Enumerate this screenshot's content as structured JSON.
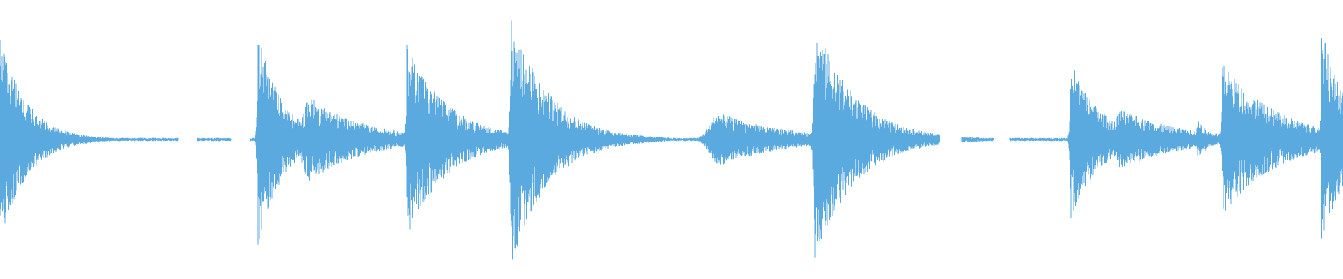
{
  "waveform": {
    "color": "#5aaae0",
    "background": "#ffffff",
    "amplitude_scale": 1.0,
    "silence_gaps_fraction": [
      [
        0.133,
        0.147
      ],
      [
        0.172,
        0.186
      ],
      [
        0.7,
        0.716
      ],
      [
        0.74,
        0.752
      ]
    ],
    "events": [
      {
        "pos": 0.0,
        "amp": 0.74,
        "kind": "transient",
        "decay": 0.02
      },
      {
        "pos": 0.192,
        "amp": 0.78,
        "kind": "transient",
        "decay": 0.018
      },
      {
        "pos": 0.229,
        "amp": 0.32,
        "kind": "swell",
        "decay": 0.04
      },
      {
        "pos": 0.303,
        "amp": 0.7,
        "kind": "transient",
        "decay": 0.03
      },
      {
        "pos": 0.38,
        "amp": 0.93,
        "kind": "transient",
        "decay": 0.028
      },
      {
        "pos": 0.533,
        "amp": 0.2,
        "kind": "swell",
        "decay": 0.05
      },
      {
        "pos": 0.606,
        "amp": 0.88,
        "kind": "transient",
        "decay": 0.03
      },
      {
        "pos": 0.797,
        "amp": 0.58,
        "kind": "transient",
        "decay": 0.022
      },
      {
        "pos": 0.834,
        "amp": 0.22,
        "kind": "swell",
        "decay": 0.045
      },
      {
        "pos": 0.892,
        "amp": 0.14,
        "kind": "swell",
        "decay": 0.01
      },
      {
        "pos": 0.91,
        "amp": 0.56,
        "kind": "transient",
        "decay": 0.04
      },
      {
        "pos": 0.984,
        "amp": 0.82,
        "kind": "transient",
        "decay": 0.018
      }
    ],
    "noise_floor": 0.012
  }
}
